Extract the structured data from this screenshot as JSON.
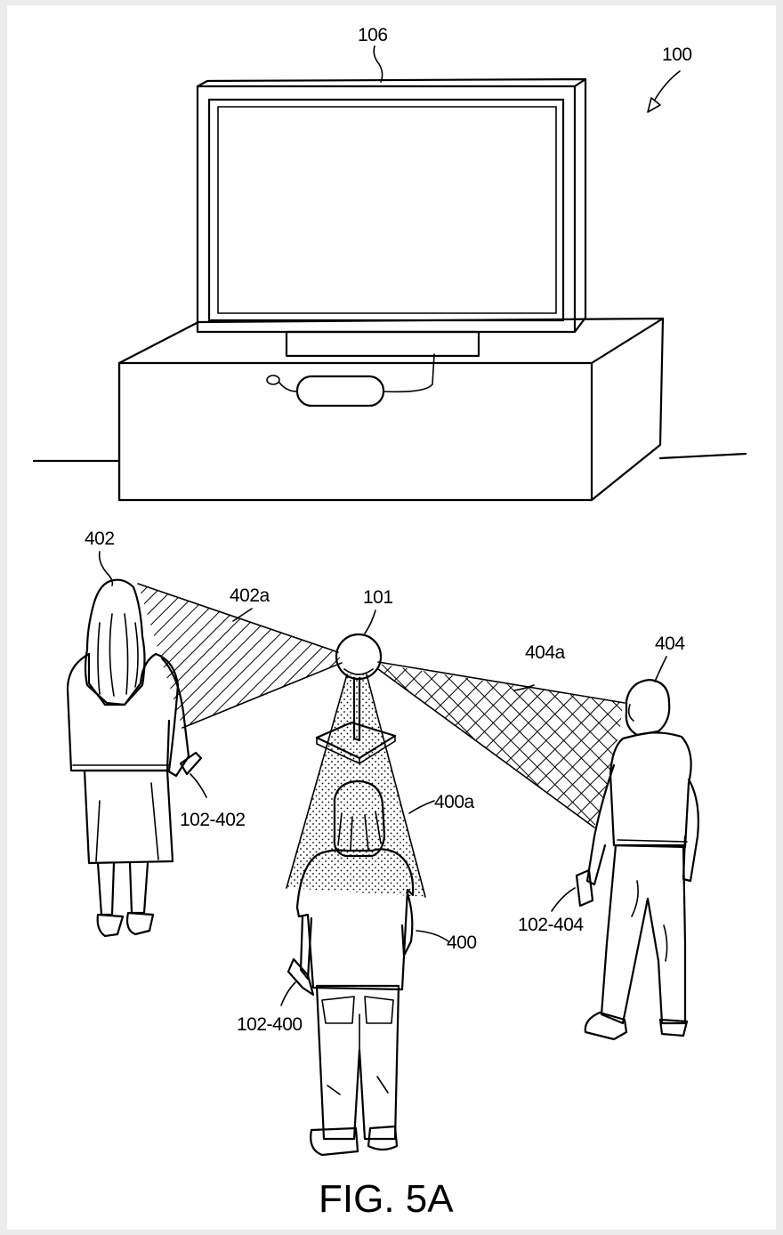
{
  "figure": {
    "caption": "FIG. 5A",
    "labels": {
      "system": "100",
      "display": "106",
      "sensor": "101",
      "user_left": "402",
      "zone_left": "402a",
      "controller_left": "102-402",
      "user_center": "400",
      "zone_center": "400a",
      "controller_center": "102-400",
      "user_right": "404",
      "zone_right": "404a",
      "controller_right": "102-404"
    }
  }
}
